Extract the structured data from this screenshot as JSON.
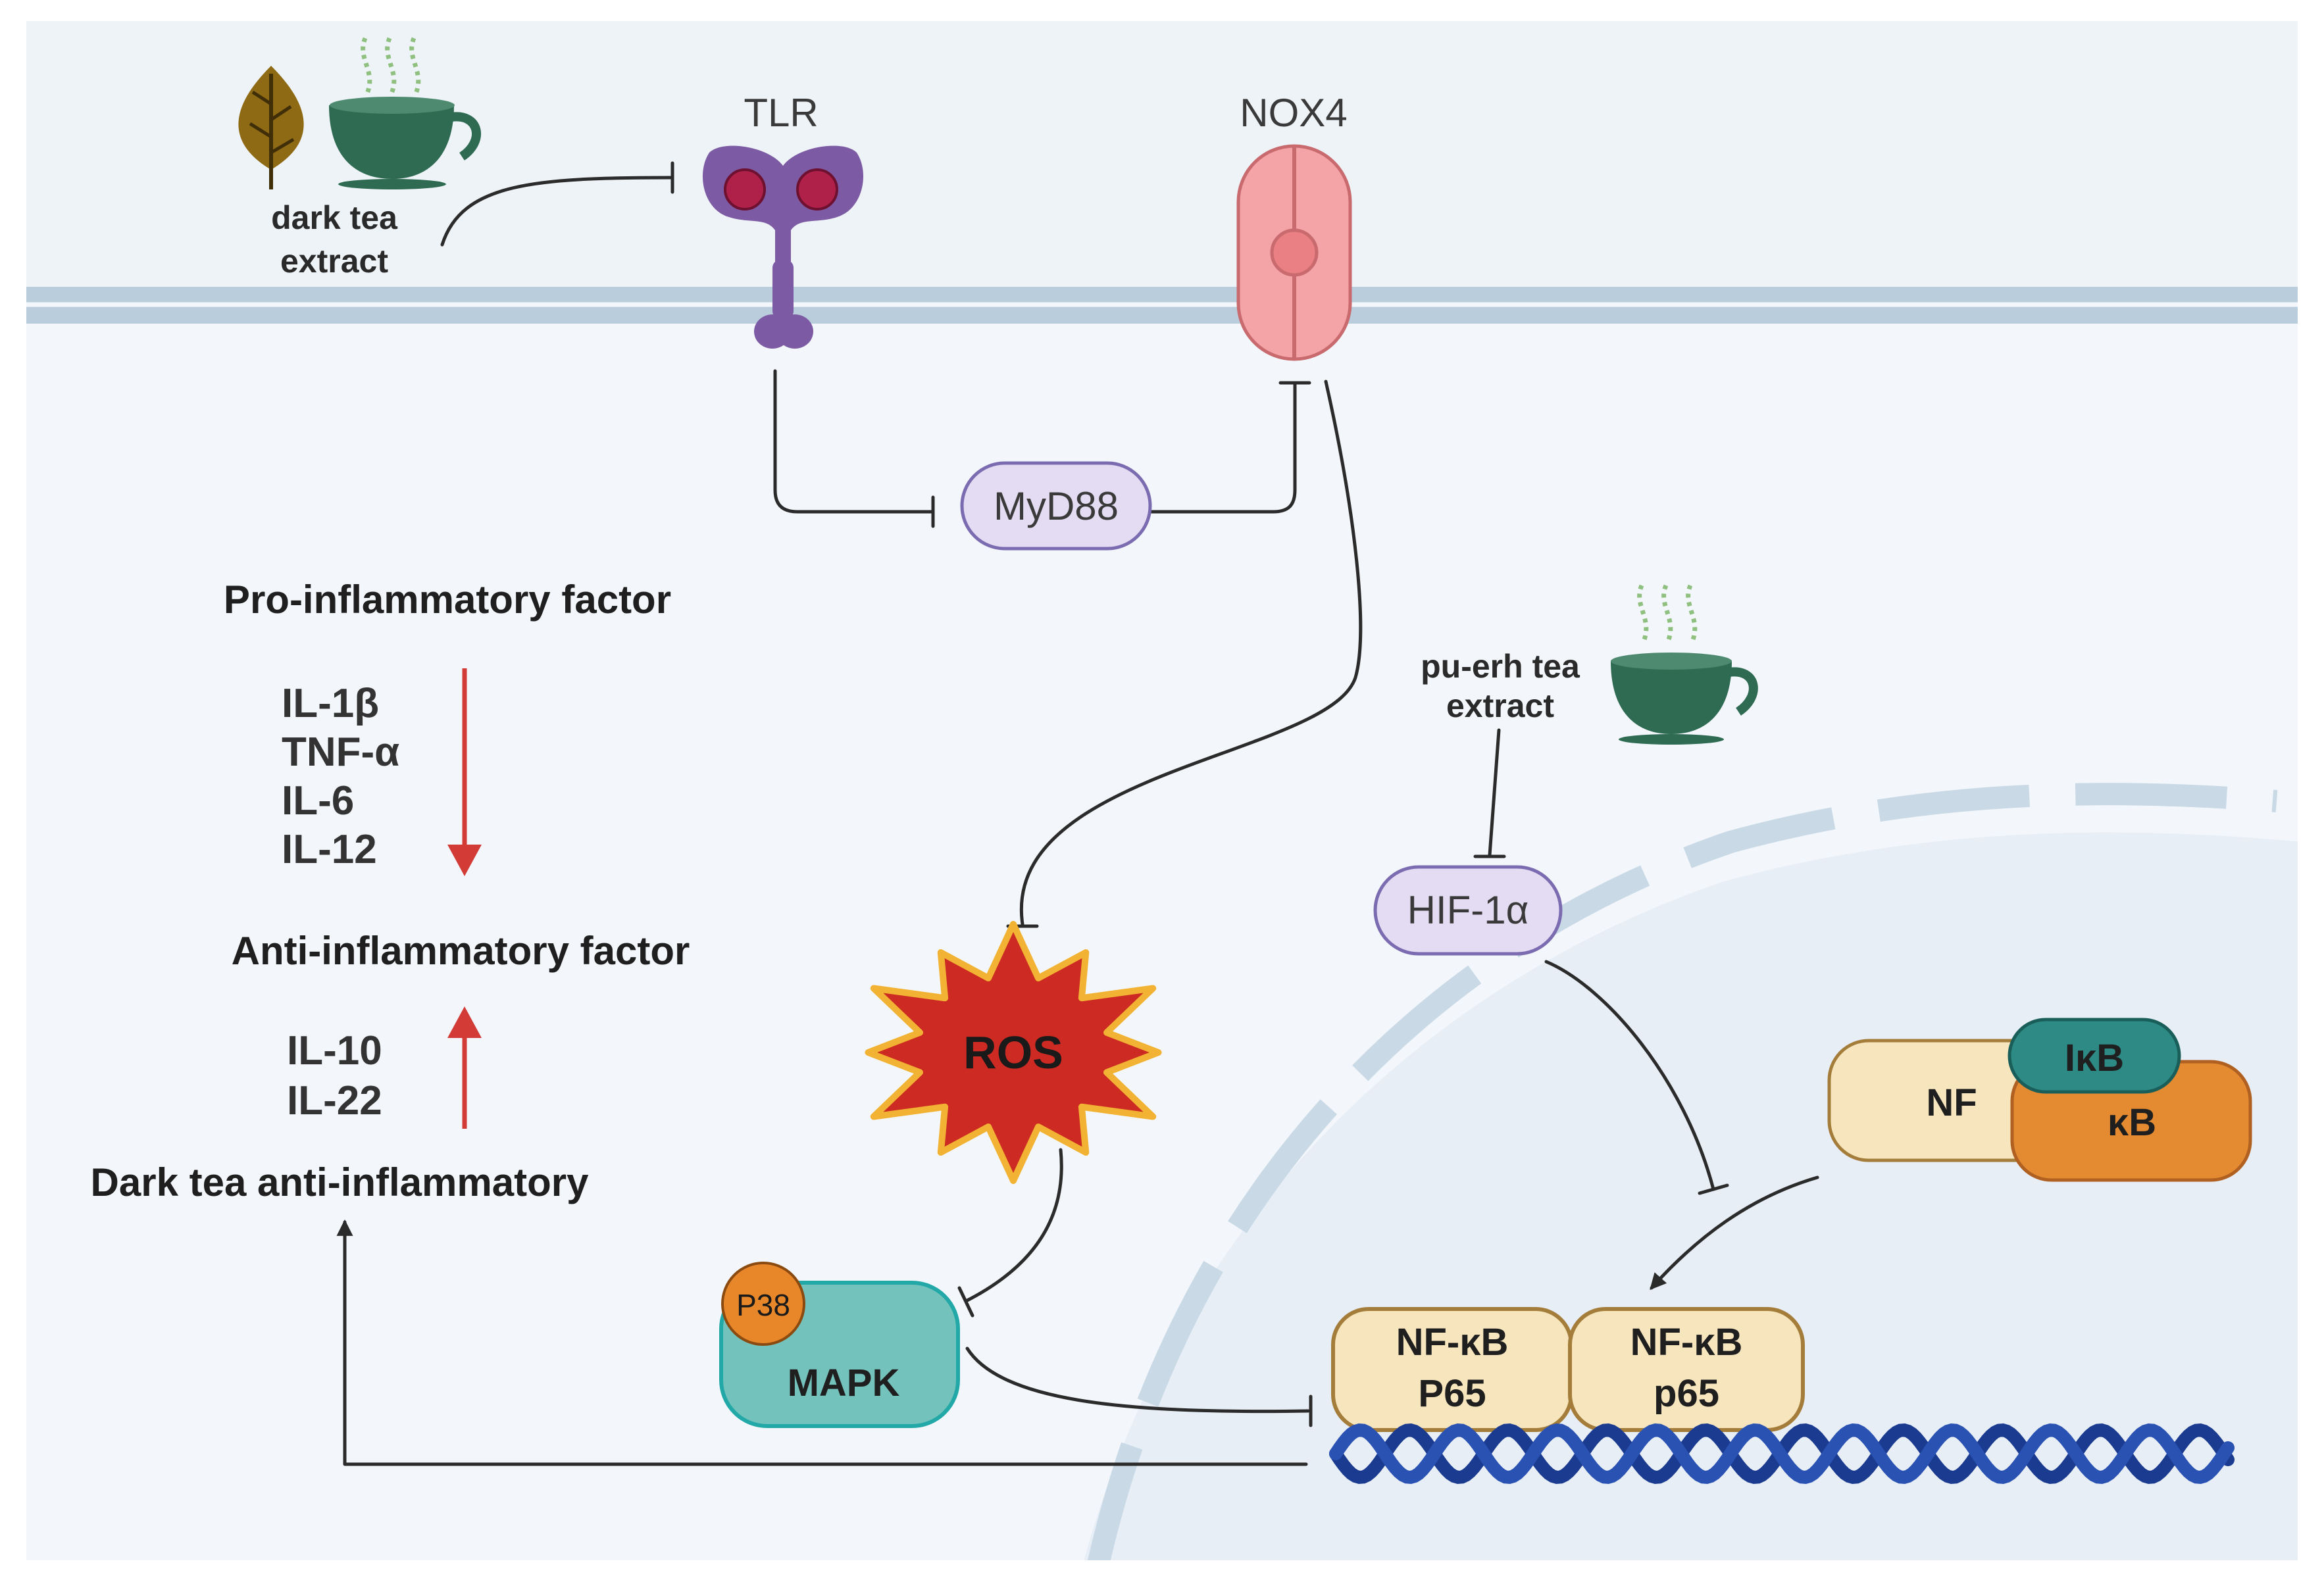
{
  "labels": {
    "tlr": "TLR",
    "nox4": "NOX4",
    "dark_tea_extract": [
      "dark tea",
      "extract"
    ],
    "puerh_tea_extract": [
      "pu-erh tea",
      "extract"
    ],
    "myd88": "MyD88",
    "hif": "HIF-1α",
    "ros": "ROS",
    "p38": "P38",
    "mapk": "MAPK",
    "nf": "NF",
    "ikb": "IκB",
    "kb": "κB",
    "nfkb_left": [
      "NF-κB",
      "P65"
    ],
    "nfkb_right": [
      "NF-κB",
      "p65"
    ],
    "pro_title": "Pro-inflammatory factor",
    "pro_list": [
      "IL-1β",
      "TNF-α",
      "IL-6",
      "IL-12"
    ],
    "anti_title": "Anti-inflammatory factor",
    "anti_list": [
      "IL-10",
      "IL-22"
    ],
    "outcome": "Dark tea anti-inflammatory"
  },
  "colors": {
    "background": "#f3f7fb",
    "membrane": "#b9cddd",
    "nucleus": "#e9eff7",
    "envelope": "#c9d9e6",
    "tlr": "#7d5aa4",
    "tlr_ligand": "#b0214a",
    "nox4": "#f4a3a6",
    "oval_fill": "#e4dcf2",
    "oval_stroke": "#7b6bb0",
    "ros_fill": "#cc2a22",
    "ros_stroke": "#f2b233",
    "mapk": "#74c2bc",
    "p38": "#e8872a",
    "nfkb_fill": "#f6e5bd",
    "nfkb_stroke": "#a57d3a",
    "ikb": "#2d8a85",
    "kb": "#e48a30",
    "tea": "#2e6b52",
    "steam": "#8fc07f",
    "leaf": "#8e6a14",
    "dna": "#1a3b8f",
    "arrow_red": "#d23b36"
  },
  "icons": [
    "leaf-icon",
    "teacup-icon",
    "steam-icon",
    "dna-icon"
  ]
}
